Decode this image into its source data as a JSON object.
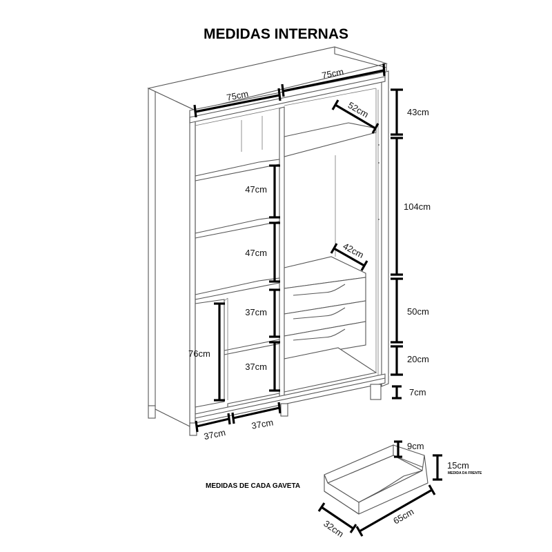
{
  "title": "MEDIDAS INTERNAS",
  "drawer_caption": "MEDIDAS DE CADA GAVETA",
  "dimensions": {
    "top_left_width": "75cm",
    "top_right_width": "75cm",
    "top_depth": "52cm",
    "upper_height": "43cm",
    "hanging_height": "104cm",
    "drawer_zone_height": "50cm",
    "bottom_space_height": "20cm",
    "base_height": "7cm",
    "shelf_47_a": "47cm",
    "shelf_47_b": "47cm",
    "shelf_37_a": "37cm",
    "shelf_37_b": "37cm",
    "door_76": "76cm",
    "drawer_depth_42": "42cm",
    "bottom_width_a": "37cm",
    "bottom_width_b": "37cm"
  },
  "drawer": {
    "height_back": "9cm",
    "height_front": "15cm",
    "front_note": "MEDIDA DA FRENTE",
    "depth": "32cm",
    "width": "65cm"
  }
}
